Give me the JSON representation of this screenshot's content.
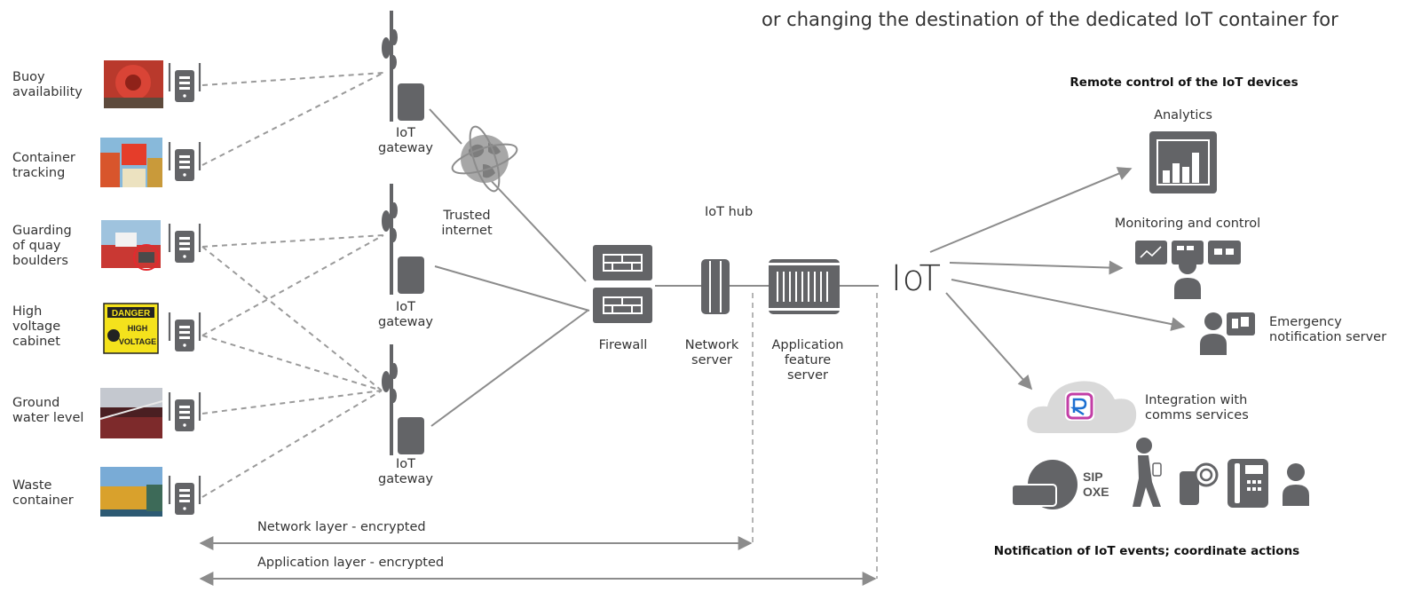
{
  "header_text": "or changing the destination of the dedicated IoT container for",
  "devices": [
    {
      "label": [
        "Buoy",
        "availability"
      ]
    },
    {
      "label": [
        "Container",
        "tracking"
      ]
    },
    {
      "label": [
        "Guarding",
        "of quay",
        "boulders"
      ]
    },
    {
      "label": [
        "High",
        "voltage",
        "cabinet"
      ]
    },
    {
      "label": [
        "Ground",
        "water level"
      ]
    },
    {
      "label": [
        "Waste",
        "container"
      ]
    }
  ],
  "danger_sign": [
    "DANGER",
    "HIGH",
    "VOLTAGE"
  ],
  "gateway_label": [
    "IoT",
    "gateway"
  ],
  "trusted_internet": [
    "Trusted",
    "internet"
  ],
  "iot_hub": "IoT hub",
  "firewall": "Firewall",
  "network_server": [
    "Network",
    "server"
  ],
  "app_server": [
    "Application",
    "feature",
    "server"
  ],
  "iot_big": "IoT",
  "remote_control": "Remote control of the IoT devices",
  "analytics": "Analytics",
  "monitoring": "Monitoring and control",
  "emergency": [
    "Emergency",
    "notification server"
  ],
  "integration": [
    "Integration with",
    "comms services"
  ],
  "sip": [
    "SIP",
    "OXE"
  ],
  "notification": "Notification of IoT events; coordinate actions",
  "network_layer": "Network layer - encrypted",
  "application_layer": "Application layer - encrypted",
  "colors": {
    "icon": "#636467",
    "line": "#8c8c8c",
    "dash": "#9a9a9a",
    "cloud": "#d9d9d9"
  }
}
